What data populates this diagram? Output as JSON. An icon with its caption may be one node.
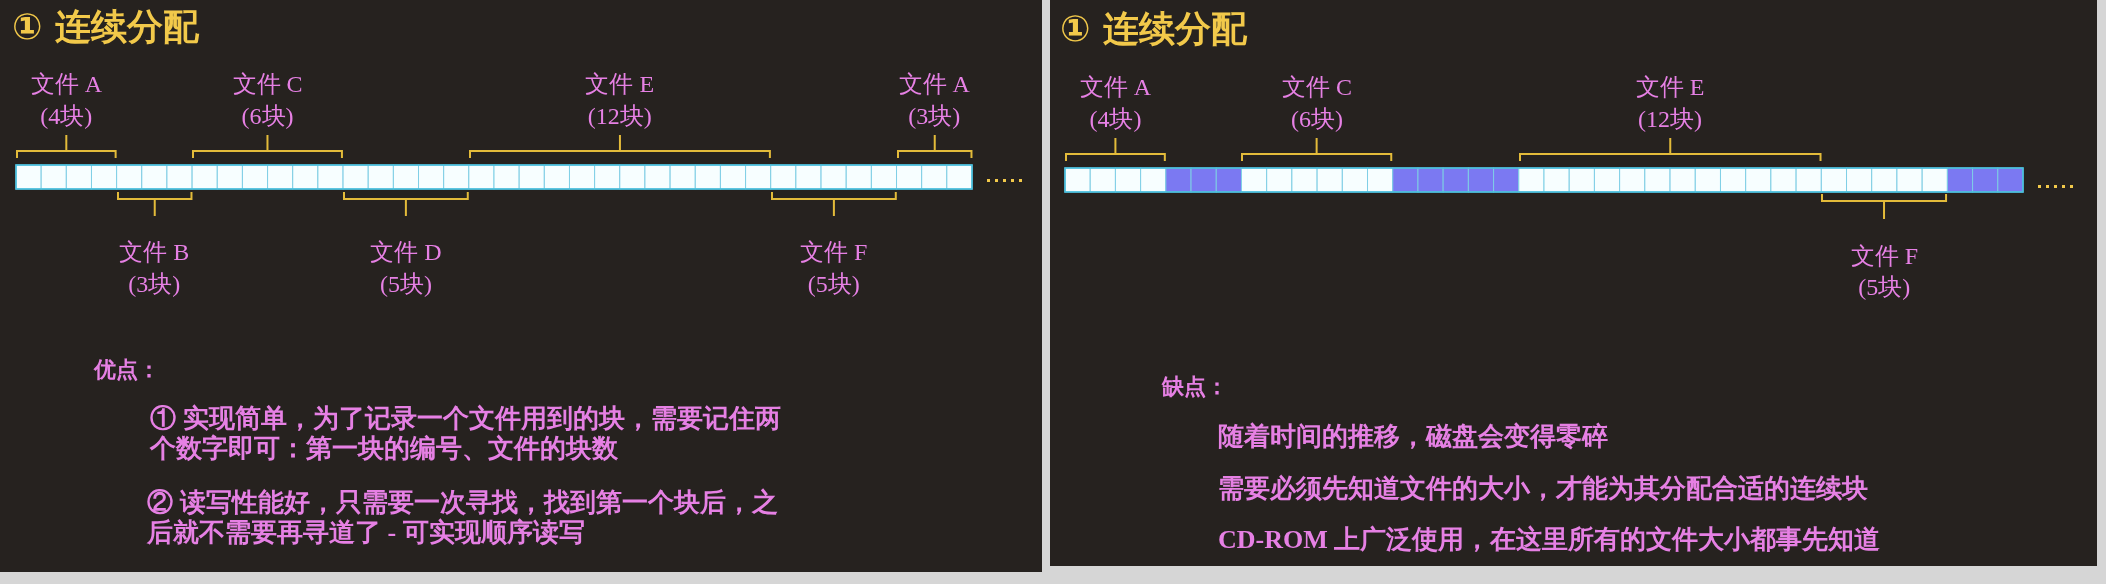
{
  "diagram": {
    "nodes": [
      {
        "text": [
          "① 连续分配",
          "文件 A",
          "(4块)",
          "文件 C",
          "(6块)",
          "文件 E",
          "(12块)",
          "文件 A",
          "(3块)",
          "文件 B",
          "(3块)",
          "文件 D",
          "(5块)",
          "文件 F",
          "(5块)",
          "优点：",
          "① 实现简单，为了记录一个文件用到的块，需要记住两个数字即可：第一块的编号、文件的块数",
          "② 读写性能好，只需要一次寻找，找到第一个块后，之后就不需要再寻道了 - 可实现顺序读写"
        ]
      },
      {
        "text": [
          "① 连续分配",
          "文件 A",
          "(4块)",
          "文件 C",
          "(6块)",
          "文件 E",
          "(12块)",
          "文件 F",
          "(5块)",
          "缺点：",
          "随着时间的推移，磁盘会变得零碎",
          "需要必须先知道文件的大小，才能为其分配合适的连续块",
          "CD-ROM 上广泛使用，在这里所有的文件大小都事先知道"
        ]
      }
    ]
  }
}
